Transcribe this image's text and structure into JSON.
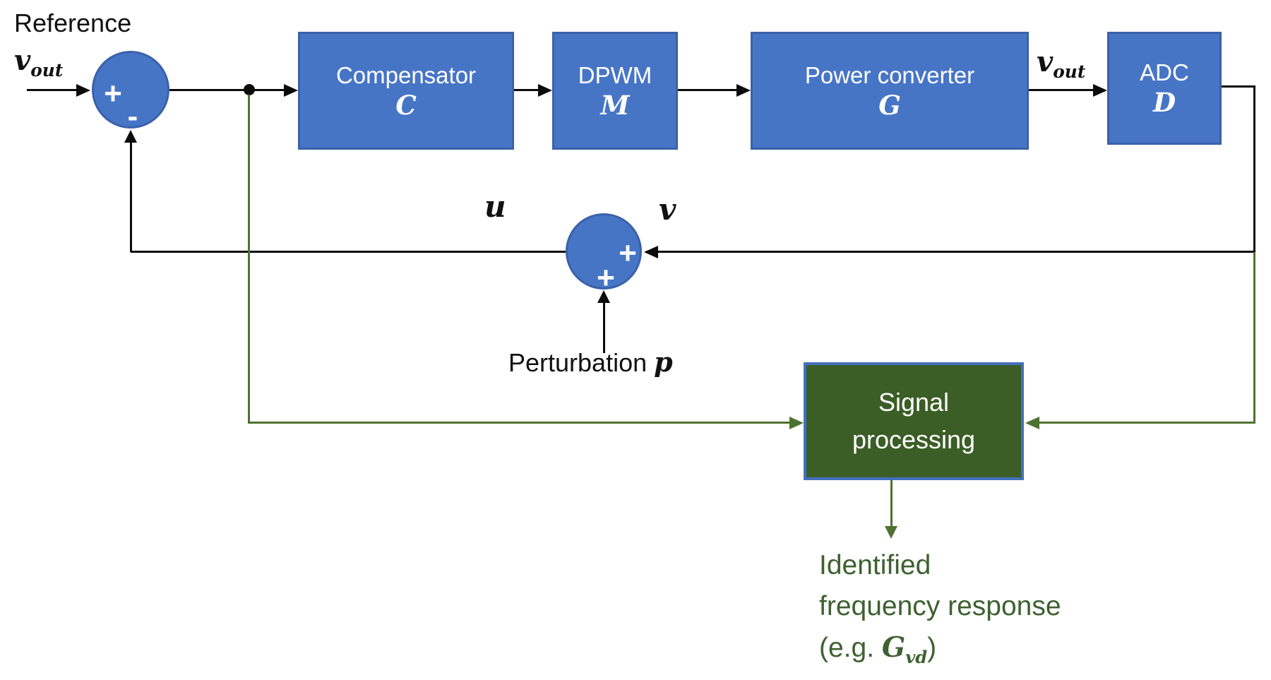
{
  "diagram_title": "closed-loop frequency response identification block diagram",
  "labels": {
    "reference": "Reference",
    "perturbation_prefix": "Perturbation ",
    "perturbation_var": "p",
    "u": "u",
    "v": "v",
    "vout_base": "v",
    "vout_sub": "out"
  },
  "sum1": {
    "plus": "+",
    "minus": "-"
  },
  "sum2": {
    "plus_right": "+",
    "plus_bottom": "+"
  },
  "blocks": {
    "compensator": {
      "title": "Compensator",
      "symbol": "C"
    },
    "dpwm": {
      "title": "DPWM",
      "symbol": "M"
    },
    "power_converter": {
      "title": "Power converter",
      "symbol": "G"
    },
    "adc": {
      "title": "ADC",
      "symbol": "D"
    },
    "signal_processing": {
      "line1": "Signal",
      "line2": "processing"
    }
  },
  "output_note": {
    "line1": "Identified",
    "line2": "frequency response",
    "line3_prefix": "(e.g. ",
    "line3_var": "G",
    "line3_sub": "vd",
    "line3_suffix": ")"
  },
  "colors": {
    "blue-fill": "#4775C6",
    "blue-border": "#3A61AA",
    "green-fill": "#3B5D26",
    "green-line": "#4E7230",
    "green-text": "#3D6130",
    "line-black": "#0b0b0b",
    "bg": "#ffffff"
  }
}
